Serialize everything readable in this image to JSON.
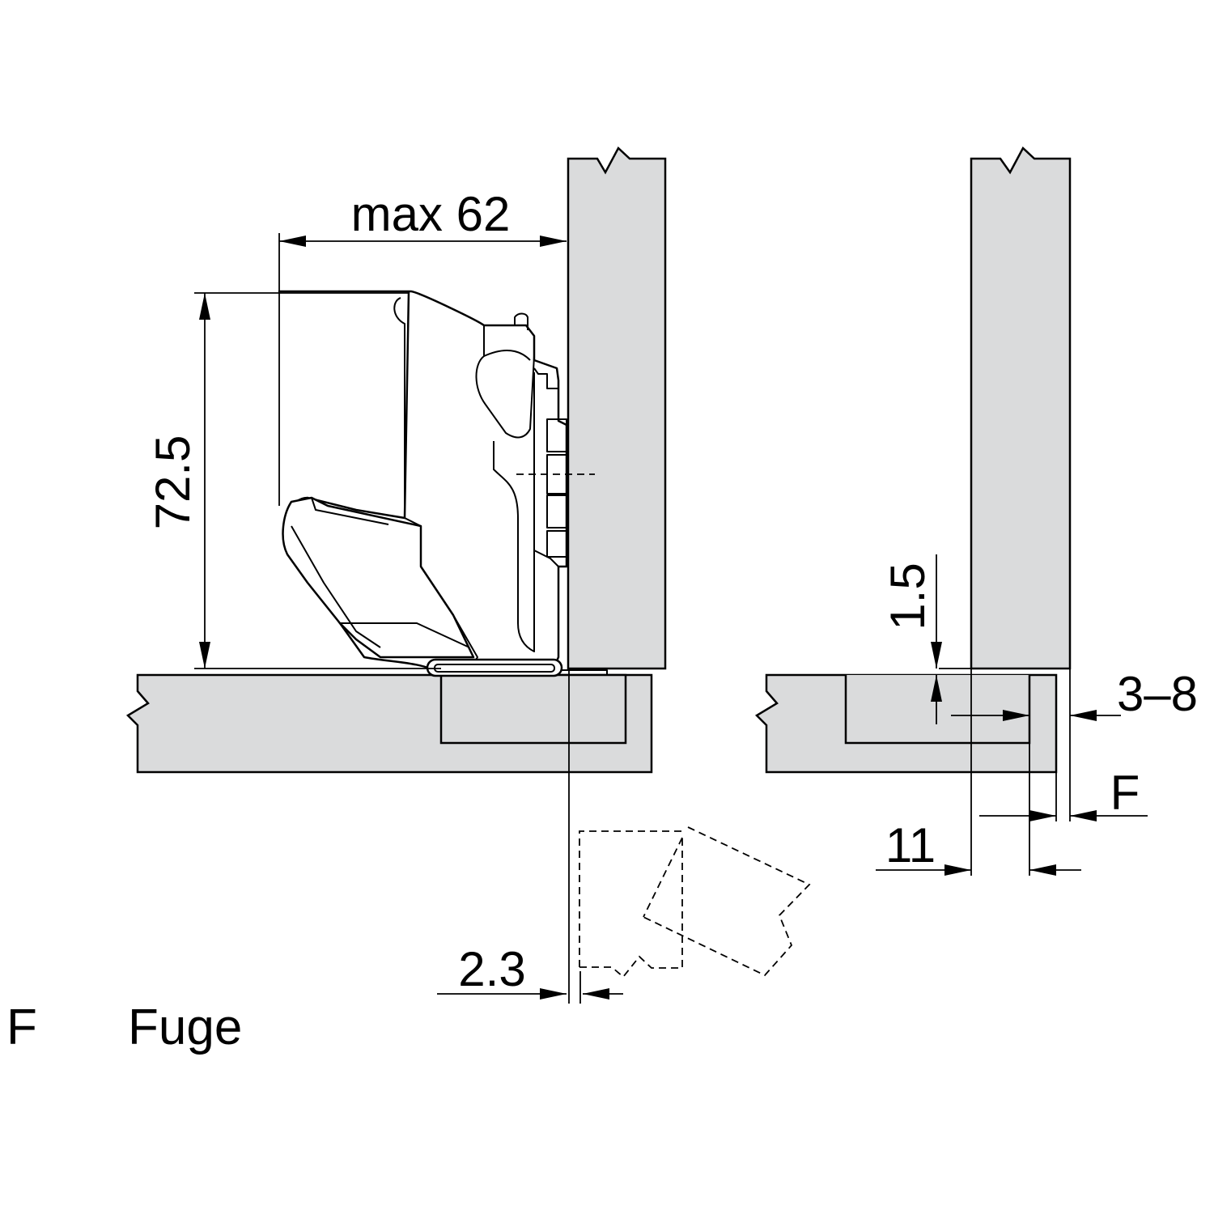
{
  "dimensions": {
    "max_width": "max 62",
    "height": "72.5",
    "offset_left": "2.3",
    "cup_depth": "1.5",
    "overlay_range": "3–8",
    "gap": "F",
    "distance": "11"
  },
  "legend": {
    "symbol": "F",
    "description": "Fuge"
  }
}
